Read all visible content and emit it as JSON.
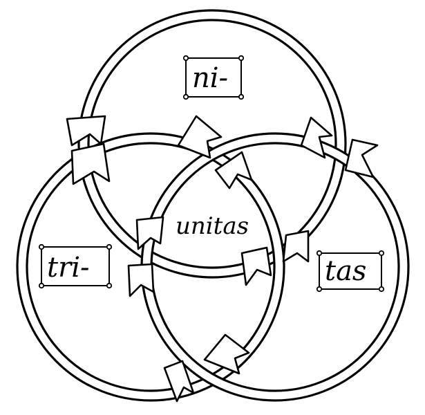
{
  "labels": {
    "top": "ni-",
    "left": "tri-",
    "right": "tas",
    "center": "unitas"
  },
  "colors": {
    "line": "#000000",
    "background": "#ffffff"
  }
}
